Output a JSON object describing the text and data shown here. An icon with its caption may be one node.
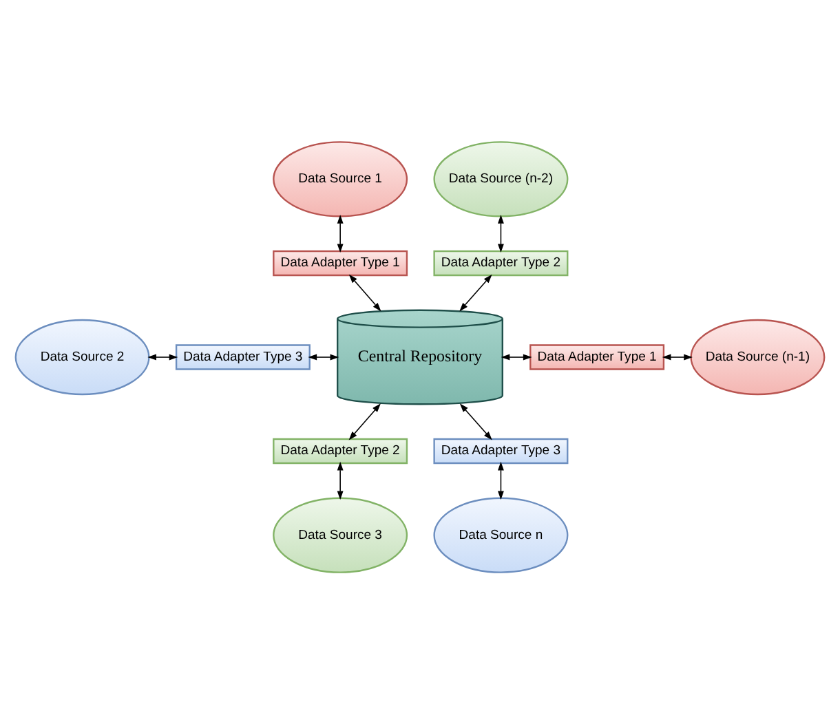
{
  "diagram": {
    "nodes": [
      {
        "text": [
          "Data Source 1"
        ]
      },
      {
        "text": [
          "Data Source (n-2)"
        ]
      },
      {
        "text": [
          "Data Adapter Type 1"
        ]
      },
      {
        "text": [
          "Data Adapter Type 2"
        ]
      },
      {
        "text": [
          "Data Source 2"
        ]
      },
      {
        "text": [
          "Data Adapter Type 3"
        ]
      },
      {
        "text": [
          "Central Repository"
        ]
      },
      {
        "text": [
          "Data Adapter Type 1"
        ]
      },
      {
        "text": [
          "Data Source (n-1)"
        ]
      },
      {
        "text": [
          "Data Adapter Type 2"
        ]
      },
      {
        "text": [
          "Data Adapter Type 3"
        ]
      },
      {
        "text": [
          "Data Source 3"
        ]
      },
      {
        "text": [
          "Data Source n"
        ]
      }
    ],
    "edges": [
      {
        "from": 0,
        "to": 2,
        "arrow": "both"
      },
      {
        "from": 2,
        "to": 6,
        "arrow": "both"
      },
      {
        "from": 1,
        "to": 3,
        "arrow": "both"
      },
      {
        "from": 3,
        "to": 6,
        "arrow": "both"
      },
      {
        "from": 4,
        "to": 5,
        "arrow": "both"
      },
      {
        "from": 5,
        "to": 6,
        "arrow": "both"
      },
      {
        "from": 6,
        "to": 7,
        "arrow": "both"
      },
      {
        "from": 7,
        "to": 8,
        "arrow": "both"
      },
      {
        "from": 6,
        "to": 9,
        "arrow": "both"
      },
      {
        "from": 9,
        "to": 11,
        "arrow": "both"
      },
      {
        "from": 6,
        "to": 10,
        "arrow": "both"
      },
      {
        "from": 10,
        "to": 12,
        "arrow": "both"
      }
    ]
  }
}
